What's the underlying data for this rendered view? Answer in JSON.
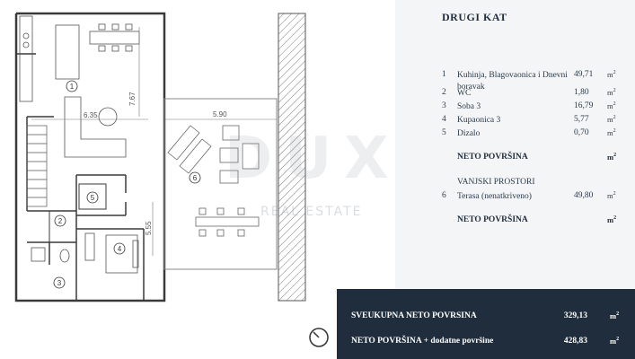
{
  "legend": {
    "title": "DRUGI KAT",
    "rooms": [
      {
        "num": "1",
        "name": "Kuhinja, Blagovaonica i Dnevni boravak",
        "area": "49,71",
        "unit": "m"
      },
      {
        "num": "2",
        "name": "WC",
        "area": "1,80",
        "unit": "m"
      },
      {
        "num": "3",
        "name": "Soba 3",
        "area": "16,79",
        "unit": "m"
      },
      {
        "num": "4",
        "name": "Kupaonica 3",
        "area": "5,77",
        "unit": "m"
      },
      {
        "num": "5",
        "name": "Dizalo",
        "area": "0,70",
        "unit": "m"
      }
    ],
    "neto_label_1": "NETO POVRŠINA",
    "unit_1": "m",
    "outdoor_heading": "VANJSKI PROSTORI",
    "outdoor": [
      {
        "num": "6",
        "name": "Terasa (nenatkriveno)",
        "area": "49,80",
        "unit": "m"
      }
    ],
    "neto_label_2": "NETO POVRŠINA",
    "unit_2": "m",
    "superscript": "2"
  },
  "summary": {
    "row1_label": "SVEUKUPNA NETO POVRSINA",
    "row1_value": "329,13",
    "row2_label": "NETO POVRŠINA + dodatne površine",
    "row2_value": "428,83",
    "unit": "m"
  },
  "plan": {
    "dim_635": "6.35",
    "dim_767": "7.67",
    "dim_590": "5.90",
    "dim_555": "5.55",
    "room_markers": [
      "1",
      "2",
      "3",
      "4",
      "5",
      "6"
    ]
  },
  "watermark": {
    "brand": "DUX",
    "sub": "REAL ESTATE"
  },
  "colors": {
    "navy": "#1f2d3d",
    "legend_bg": "#f4f5f6",
    "wall": "#3a3a3a"
  }
}
